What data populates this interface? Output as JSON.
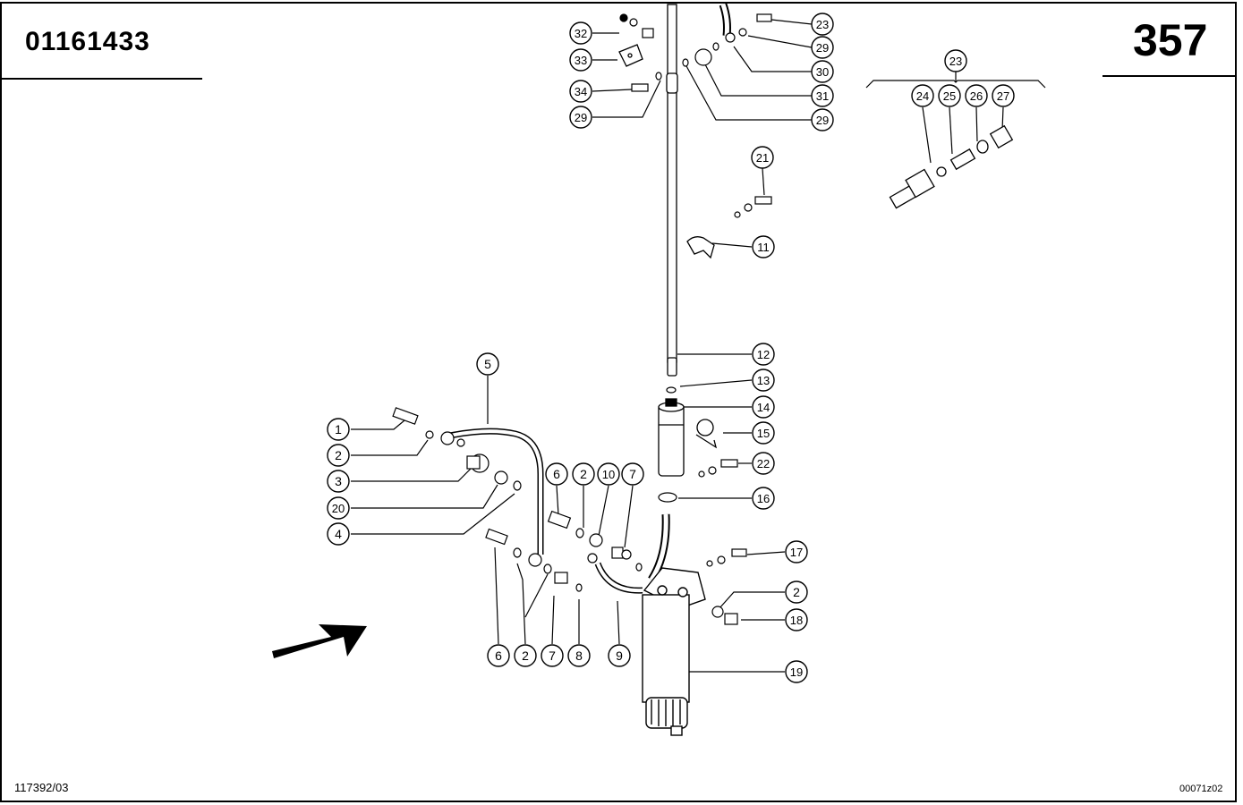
{
  "header": {
    "part_number": "01161433",
    "page_number": "357"
  },
  "footer": {
    "left_code": "117392/03",
    "right_code": "00071z02"
  },
  "callouts": [
    {
      "id": "c1",
      "label": "1"
    },
    {
      "id": "c2a",
      "label": "2"
    },
    {
      "id": "c3",
      "label": "3"
    },
    {
      "id": "c20",
      "label": "20"
    },
    {
      "id": "c4",
      "label": "4"
    },
    {
      "id": "c5",
      "label": "5"
    },
    {
      "id": "c6a",
      "label": "6"
    },
    {
      "id": "c2b",
      "label": "2"
    },
    {
      "id": "c10",
      "label": "10"
    },
    {
      "id": "c7a",
      "label": "7"
    },
    {
      "id": "c6b",
      "label": "6"
    },
    {
      "id": "c2c",
      "label": "2"
    },
    {
      "id": "c7b",
      "label": "7"
    },
    {
      "id": "c8",
      "label": "8"
    },
    {
      "id": "c9",
      "label": "9"
    },
    {
      "id": "c12",
      "label": "12"
    },
    {
      "id": "c13",
      "label": "13"
    },
    {
      "id": "c14",
      "label": "14"
    },
    {
      "id": "c15",
      "label": "15"
    },
    {
      "id": "c22",
      "label": "22"
    },
    {
      "id": "c16",
      "label": "16"
    },
    {
      "id": "c17",
      "label": "17"
    },
    {
      "id": "c2d",
      "label": "2"
    },
    {
      "id": "c18",
      "label": "18"
    },
    {
      "id": "c19",
      "label": "19"
    },
    {
      "id": "c21",
      "label": "21"
    },
    {
      "id": "c11",
      "label": "11"
    },
    {
      "id": "c32",
      "label": "32"
    },
    {
      "id": "c33",
      "label": "33"
    },
    {
      "id": "c34",
      "label": "34"
    },
    {
      "id": "c29a",
      "label": "29"
    },
    {
      "id": "c23a",
      "label": "23"
    },
    {
      "id": "c29b",
      "label": "29"
    },
    {
      "id": "c30",
      "label": "30"
    },
    {
      "id": "c31",
      "label": "31"
    },
    {
      "id": "c29c",
      "label": "29"
    },
    {
      "id": "c23b",
      "label": "23"
    },
    {
      "id": "c24",
      "label": "24"
    },
    {
      "id": "c25",
      "label": "25"
    },
    {
      "id": "c26",
      "label": "26"
    },
    {
      "id": "c27",
      "label": "27"
    }
  ]
}
